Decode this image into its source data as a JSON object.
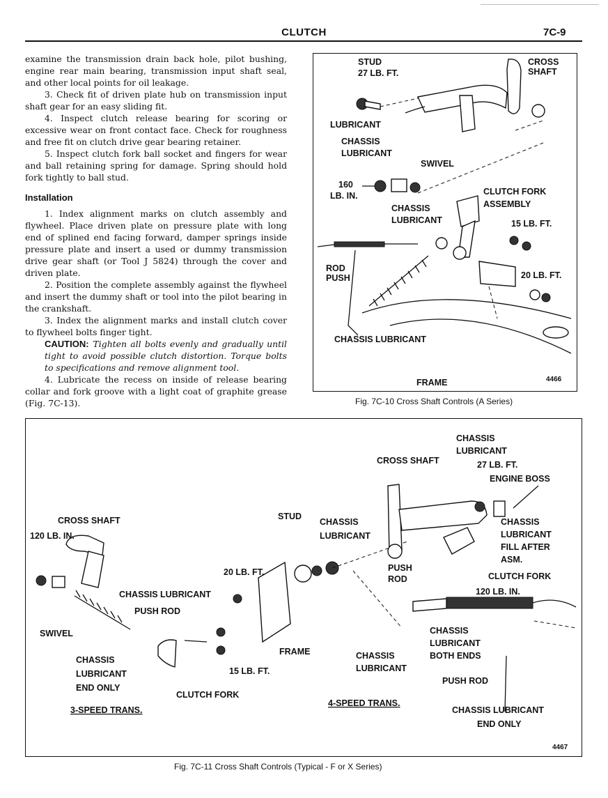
{
  "header": {
    "title": "CLUTCH",
    "page": "7C-9"
  },
  "body": {
    "p1": "examine the transmission drain back hole, pilot bushing, engine rear main bearing, transmission input shaft seal, and other local points for oil leakage.",
    "p2": "3. Check fit of driven plate hub on transmission input shaft gear for an easy sliding fit.",
    "p3": "4. Inspect clutch release bearing for scoring or excessive wear on front contact face. Check for roughness and free fit on clutch drive gear bearing retainer.",
    "p4": "5. Inspect clutch fork ball socket and fingers for wear and ball retaining spring for damage. Spring should hold fork tightly to ball stud.",
    "section": "Installation",
    "i1": "1. Index alignment marks on clutch assembly and flywheel. Place driven plate on pressure plate with long end of splined end facing forward, damper springs inside pressure plate and insert a used or dummy transmission drive gear shaft (or Tool J 5824) through the cover and driven plate.",
    "i2": "2. Position the complete assembly against the flywheel and insert the dummy shaft or tool into the pilot bearing in the crankshaft.",
    "i3": "3. Index the alignment marks and install clutch cover to flywheel bolts finger tight.",
    "caution_label": "CAUTION:",
    "caution_text": "Tighten all bolts evenly and gradually until tight to avoid possible clutch distortion. Torque bolts to specifications and remove alignment tool.",
    "i4": "4. Lubricate the recess on inside of release bearing collar and fork groove with a light coat of graphite grease (Fig. 7C-13)."
  },
  "fig10": {
    "caption": "Fig. 7C-10 Cross Shaft Controls (A Series)",
    "number": "4466",
    "labels": {
      "stud": "STUD",
      "stud_torque": "27 LB. FT.",
      "cross": "CROSS",
      "shaft": "SHAFT",
      "lubricant": "LUBRICANT",
      "chassis1": "CHASSIS",
      "lubricant1": "LUBRICANT",
      "swivel": "SWIVEL",
      "t160": "160",
      "lbin": "LB. IN.",
      "clutch_fork": "CLUTCH FORK",
      "assembly": "ASSEMBLY",
      "chassis2": "CHASSIS",
      "lubricant2": "LUBRICANT",
      "t15": "15 LB. FT.",
      "rod": "ROD",
      "push": "PUSH",
      "t20": "20 LB. FT.",
      "chassis_lubricant": "CHASSIS LUBRICANT",
      "frame": "FRAME"
    }
  },
  "fig11": {
    "caption": "Fig. 7C-11 Cross Shaft Controls (Typical - F or X Series)",
    "number": "4467",
    "labels": {
      "chassis_top": "CHASSIS",
      "lubricant_top": "LUBRICANT",
      "cross_shaft_r": "CROSS SHAFT",
      "t27": "27 LB. FT.",
      "engine_boss": "ENGINE BOSS",
      "stud": "STUD",
      "chassis_m": "CHASSIS",
      "lubricant_m": "LUBRICANT",
      "chassis_r": "CHASSIS",
      "lubricant_r": "LUBRICANT",
      "fill_after": "FILL AFTER",
      "asm": "ASM.",
      "cross_shaft_l": "CROSS SHAFT",
      "t120a": "120 LB. IN.",
      "t20": "20 LB. FT.",
      "push_r1": "PUSH",
      "rod_r1": "ROD",
      "clutch_fork_r": "CLUTCH FORK",
      "t120b": "120 LB. IN.",
      "chassis_lub_l": "CHASSIS LUBRICANT",
      "push_rod_l": "PUSH ROD",
      "swivel": "SWIVEL",
      "chassis_end": "CHASSIS",
      "lubricant_end": "LUBRICANT",
      "end_only": "END ONLY",
      "frame": "FRAME",
      "t15": "15 LB. FT.",
      "clutch_fork_l": "CLUTCH FORK",
      "chassis_b": "CHASSIS",
      "lubricant_b": "LUBRICANT",
      "chassis_both": "CHASSIS",
      "lubricant_both": "LUBRICANT",
      "both_ends": "BOTH ENDS",
      "push_rod_r": "PUSH ROD",
      "three_speed": "3-SPEED TRANS.",
      "four_speed": "4-SPEED TRANS.",
      "chassis_lub_end": "CHASSIS LUBRICANT",
      "end_only_r": "END ONLY"
    }
  }
}
